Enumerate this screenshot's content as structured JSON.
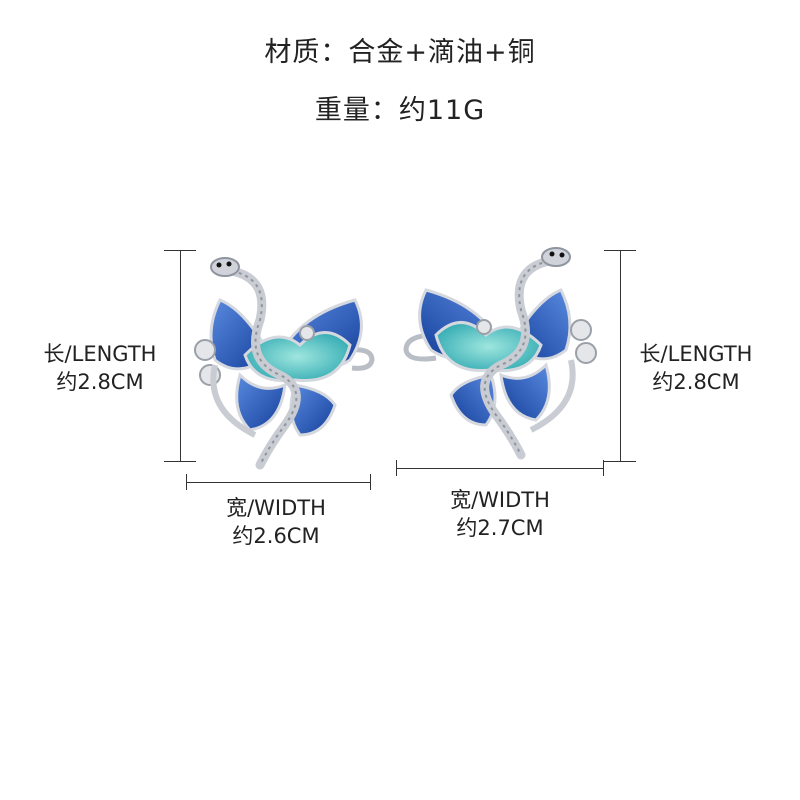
{
  "spec": {
    "material": "材质：合金+滴油+铜",
    "weight": "重量：约11G"
  },
  "left_earring": {
    "length_label": "长/LENGTH",
    "length_value": "约2.8CM",
    "width_label": "宽/WIDTH",
    "width_value": "约2.6CM"
  },
  "right_earring": {
    "length_label": "长/LENGTH",
    "length_value": "约2.8CM",
    "width_label": "宽/WIDTH",
    "width_value": "约2.7CM"
  },
  "colors": {
    "enamel_blue": "#1f5fbf",
    "enamel_cyan": "#4fc9c4",
    "silver": "#c8ccd2"
  }
}
